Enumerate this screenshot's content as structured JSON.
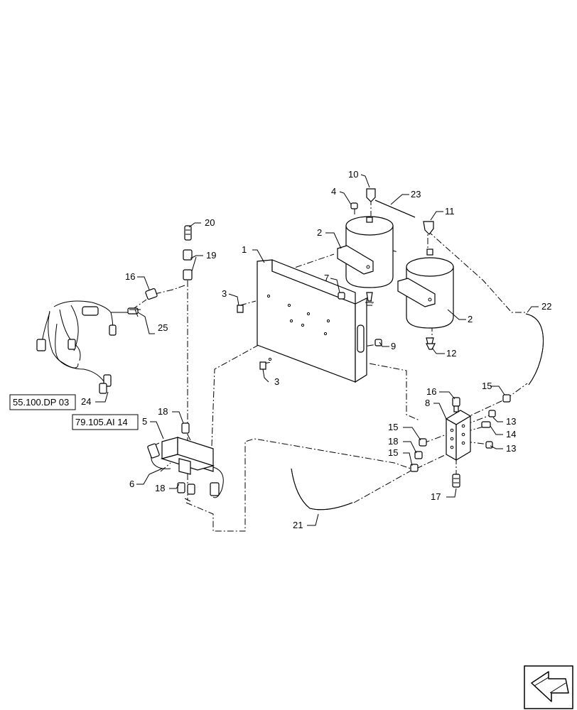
{
  "diagram": {
    "callouts": {
      "c1": "1",
      "c2a": "2",
      "c2b": "2",
      "c3a": "3",
      "c3b": "3",
      "c4": "4",
      "c5": "5",
      "c6": "6",
      "c7": "7",
      "c8": "8",
      "c9": "9",
      "c10": "10",
      "c11": "11",
      "c12": "12",
      "c13a": "13",
      "c13b": "13",
      "c14": "14",
      "c15a": "15",
      "c15b": "15",
      "c15c": "15",
      "c16a": "16",
      "c16b": "16",
      "c17": "17",
      "c18a": "18",
      "c18b": "18",
      "c18c": "18",
      "c19": "19",
      "c20": "20",
      "c21": "21",
      "c22": "22",
      "c23": "23",
      "c24": "24",
      "c25": "25"
    },
    "references": {
      "ref1": "55.100.DP 03",
      "ref2": "79.105.AI 14"
    },
    "nav_icon": "back-arrow-icon"
  }
}
